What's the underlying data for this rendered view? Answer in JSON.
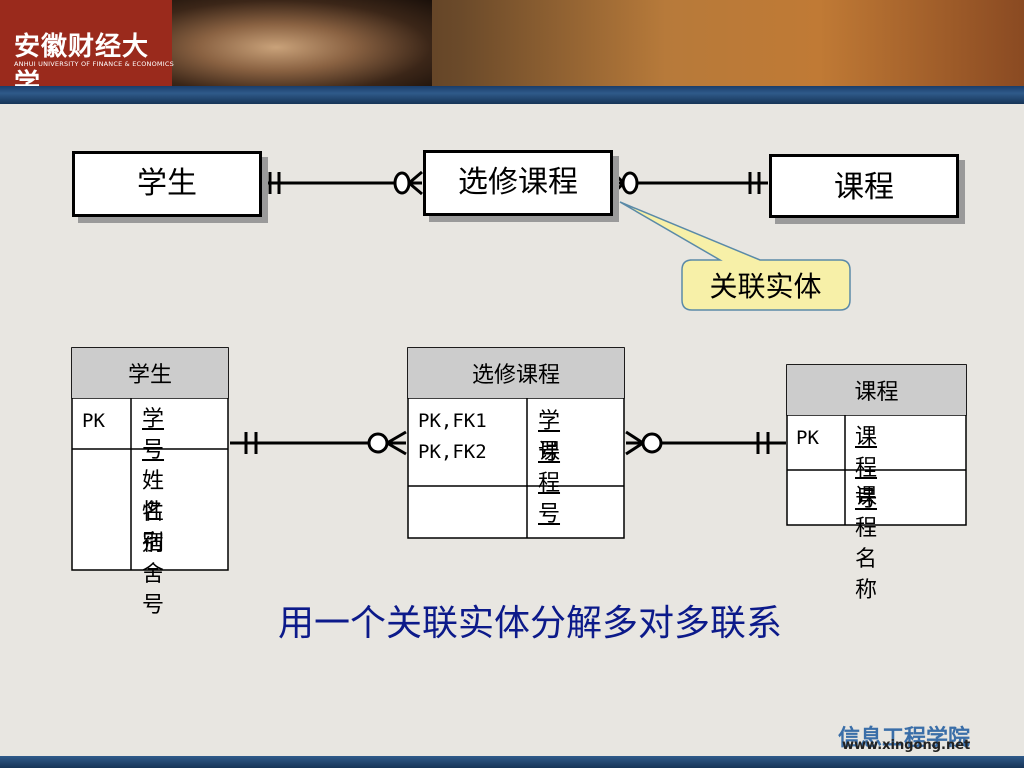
{
  "header": {
    "university_cn": "安徽财经大学",
    "university_en": "ANHUI UNIVERSITY OF FINANCE & ECONOMICS"
  },
  "er": {
    "student": "学生",
    "enrollment": "选修课程",
    "course": "课程",
    "callout": "关联实体"
  },
  "tables": {
    "student": {
      "title": "学生",
      "pk_label": "PK",
      "pk_attr": "学号",
      "attrs": [
        "姓名",
        "性别",
        "宿舍号"
      ]
    },
    "enrollment": {
      "title": "选修课程",
      "key_labels": [
        "PK,FK1",
        "PK,FK2"
      ],
      "key_attrs": [
        "学号",
        "课程号"
      ]
    },
    "course": {
      "title": "课程",
      "pk_label": "PK",
      "pk_attr": "课程号",
      "attrs": [
        "课程名称"
      ]
    }
  },
  "caption": "用一个关联实体分解多对多联系",
  "footer": {
    "brand": "信息工程学院",
    "url": "www.xingong.net"
  }
}
